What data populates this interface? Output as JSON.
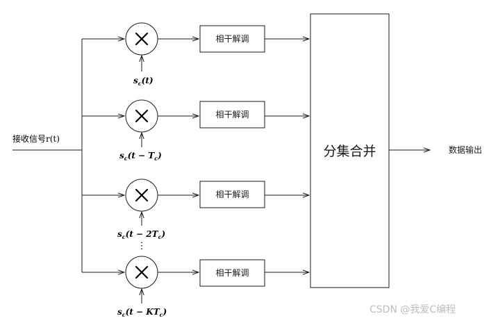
{
  "input_label": "接收信号r(t)",
  "combiner_label": "分集合并",
  "output_label": "数据输出",
  "branches": [
    {
      "block_label": "相干解调",
      "ref_signal": "s",
      "ref_sub": "c",
      "ref_arg": "(t)"
    },
    {
      "block_label": "相干解调",
      "ref_signal": "s",
      "ref_sub": "c",
      "ref_arg": "(t − T",
      "ref_arg_sub": "c",
      "ref_arg_end": ")"
    },
    {
      "block_label": "相干解调",
      "ref_signal": "s",
      "ref_sub": "c",
      "ref_arg": "(t − 2T",
      "ref_arg_sub": "c",
      "ref_arg_end": ")"
    },
    {
      "block_label": "相干解调",
      "ref_signal": "s",
      "ref_sub": "c",
      "ref_arg": "(t − KT",
      "ref_arg_sub": "c",
      "ref_arg_end": ")"
    }
  ],
  "ellipsis": "⋮",
  "watermark": "CSDN @我爱C编程"
}
